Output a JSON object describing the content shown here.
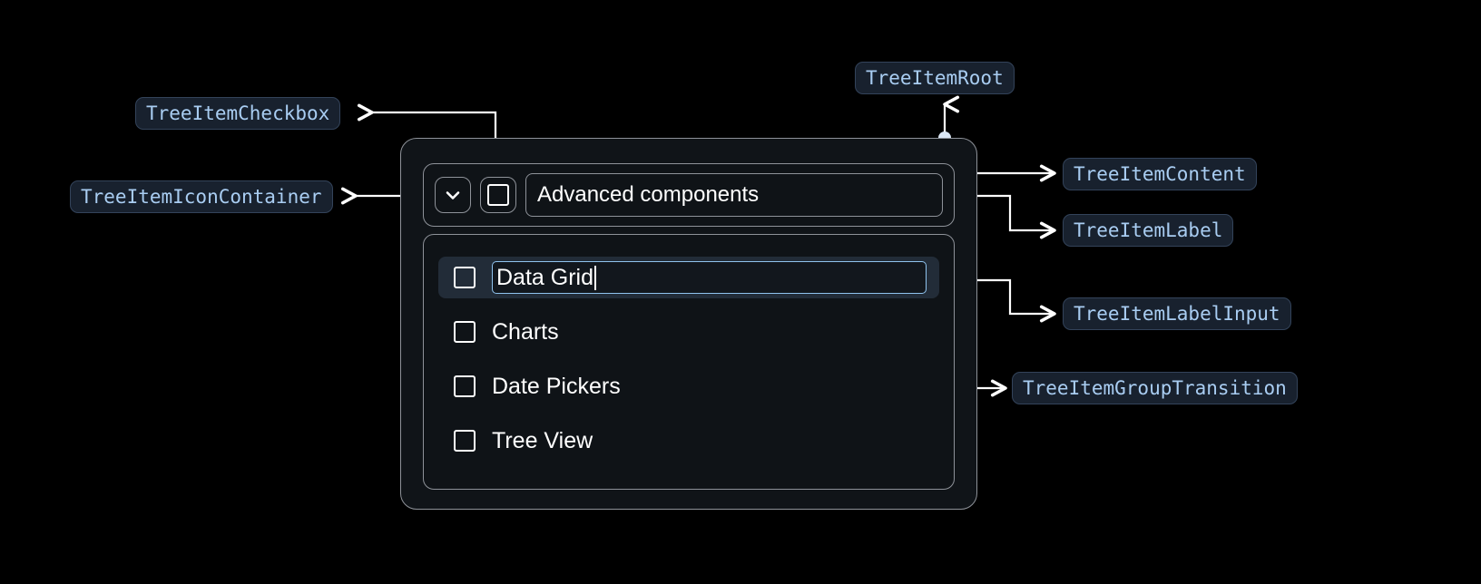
{
  "theme": {
    "page_background": "#000000",
    "card_background": "#101418",
    "card_border": "#8e9299",
    "chip_background": "#18212e",
    "chip_border": "#33435a",
    "chip_text": "#a9cdf2",
    "connector": "#ffffff",
    "connector_dot": "#dce8f5",
    "selected_row_background": "#222c38",
    "input_focus_border": "#8fc3ee",
    "text": "#ffffff"
  },
  "annotations": [
    {
      "id": "tree-item-checkbox",
      "label": "TreeItemCheckbox"
    },
    {
      "id": "tree-item-icon-container",
      "label": "TreeItemIconContainer"
    },
    {
      "id": "tree-item-root",
      "label": "TreeItemRoot"
    },
    {
      "id": "tree-item-content",
      "label": "TreeItemContent"
    },
    {
      "id": "tree-item-label",
      "label": "TreeItemLabel"
    },
    {
      "id": "tree-item-label-input",
      "label": "TreeItemLabelInput"
    },
    {
      "id": "tree-item-group-transition",
      "label": "TreeItemGroupTransition"
    }
  ],
  "tree": {
    "root_item": {
      "expand_icon": "chevron-down-icon",
      "checkbox_checked": false,
      "label": "Advanced components"
    },
    "children": [
      {
        "label": "Data Grid",
        "checked": false,
        "editing": true,
        "selected": true
      },
      {
        "label": "Charts",
        "checked": false,
        "editing": false,
        "selected": false
      },
      {
        "label": "Date Pickers",
        "checked": false,
        "editing": false,
        "selected": false
      },
      {
        "label": "Tree View",
        "checked": false,
        "editing": false,
        "selected": false
      }
    ]
  }
}
